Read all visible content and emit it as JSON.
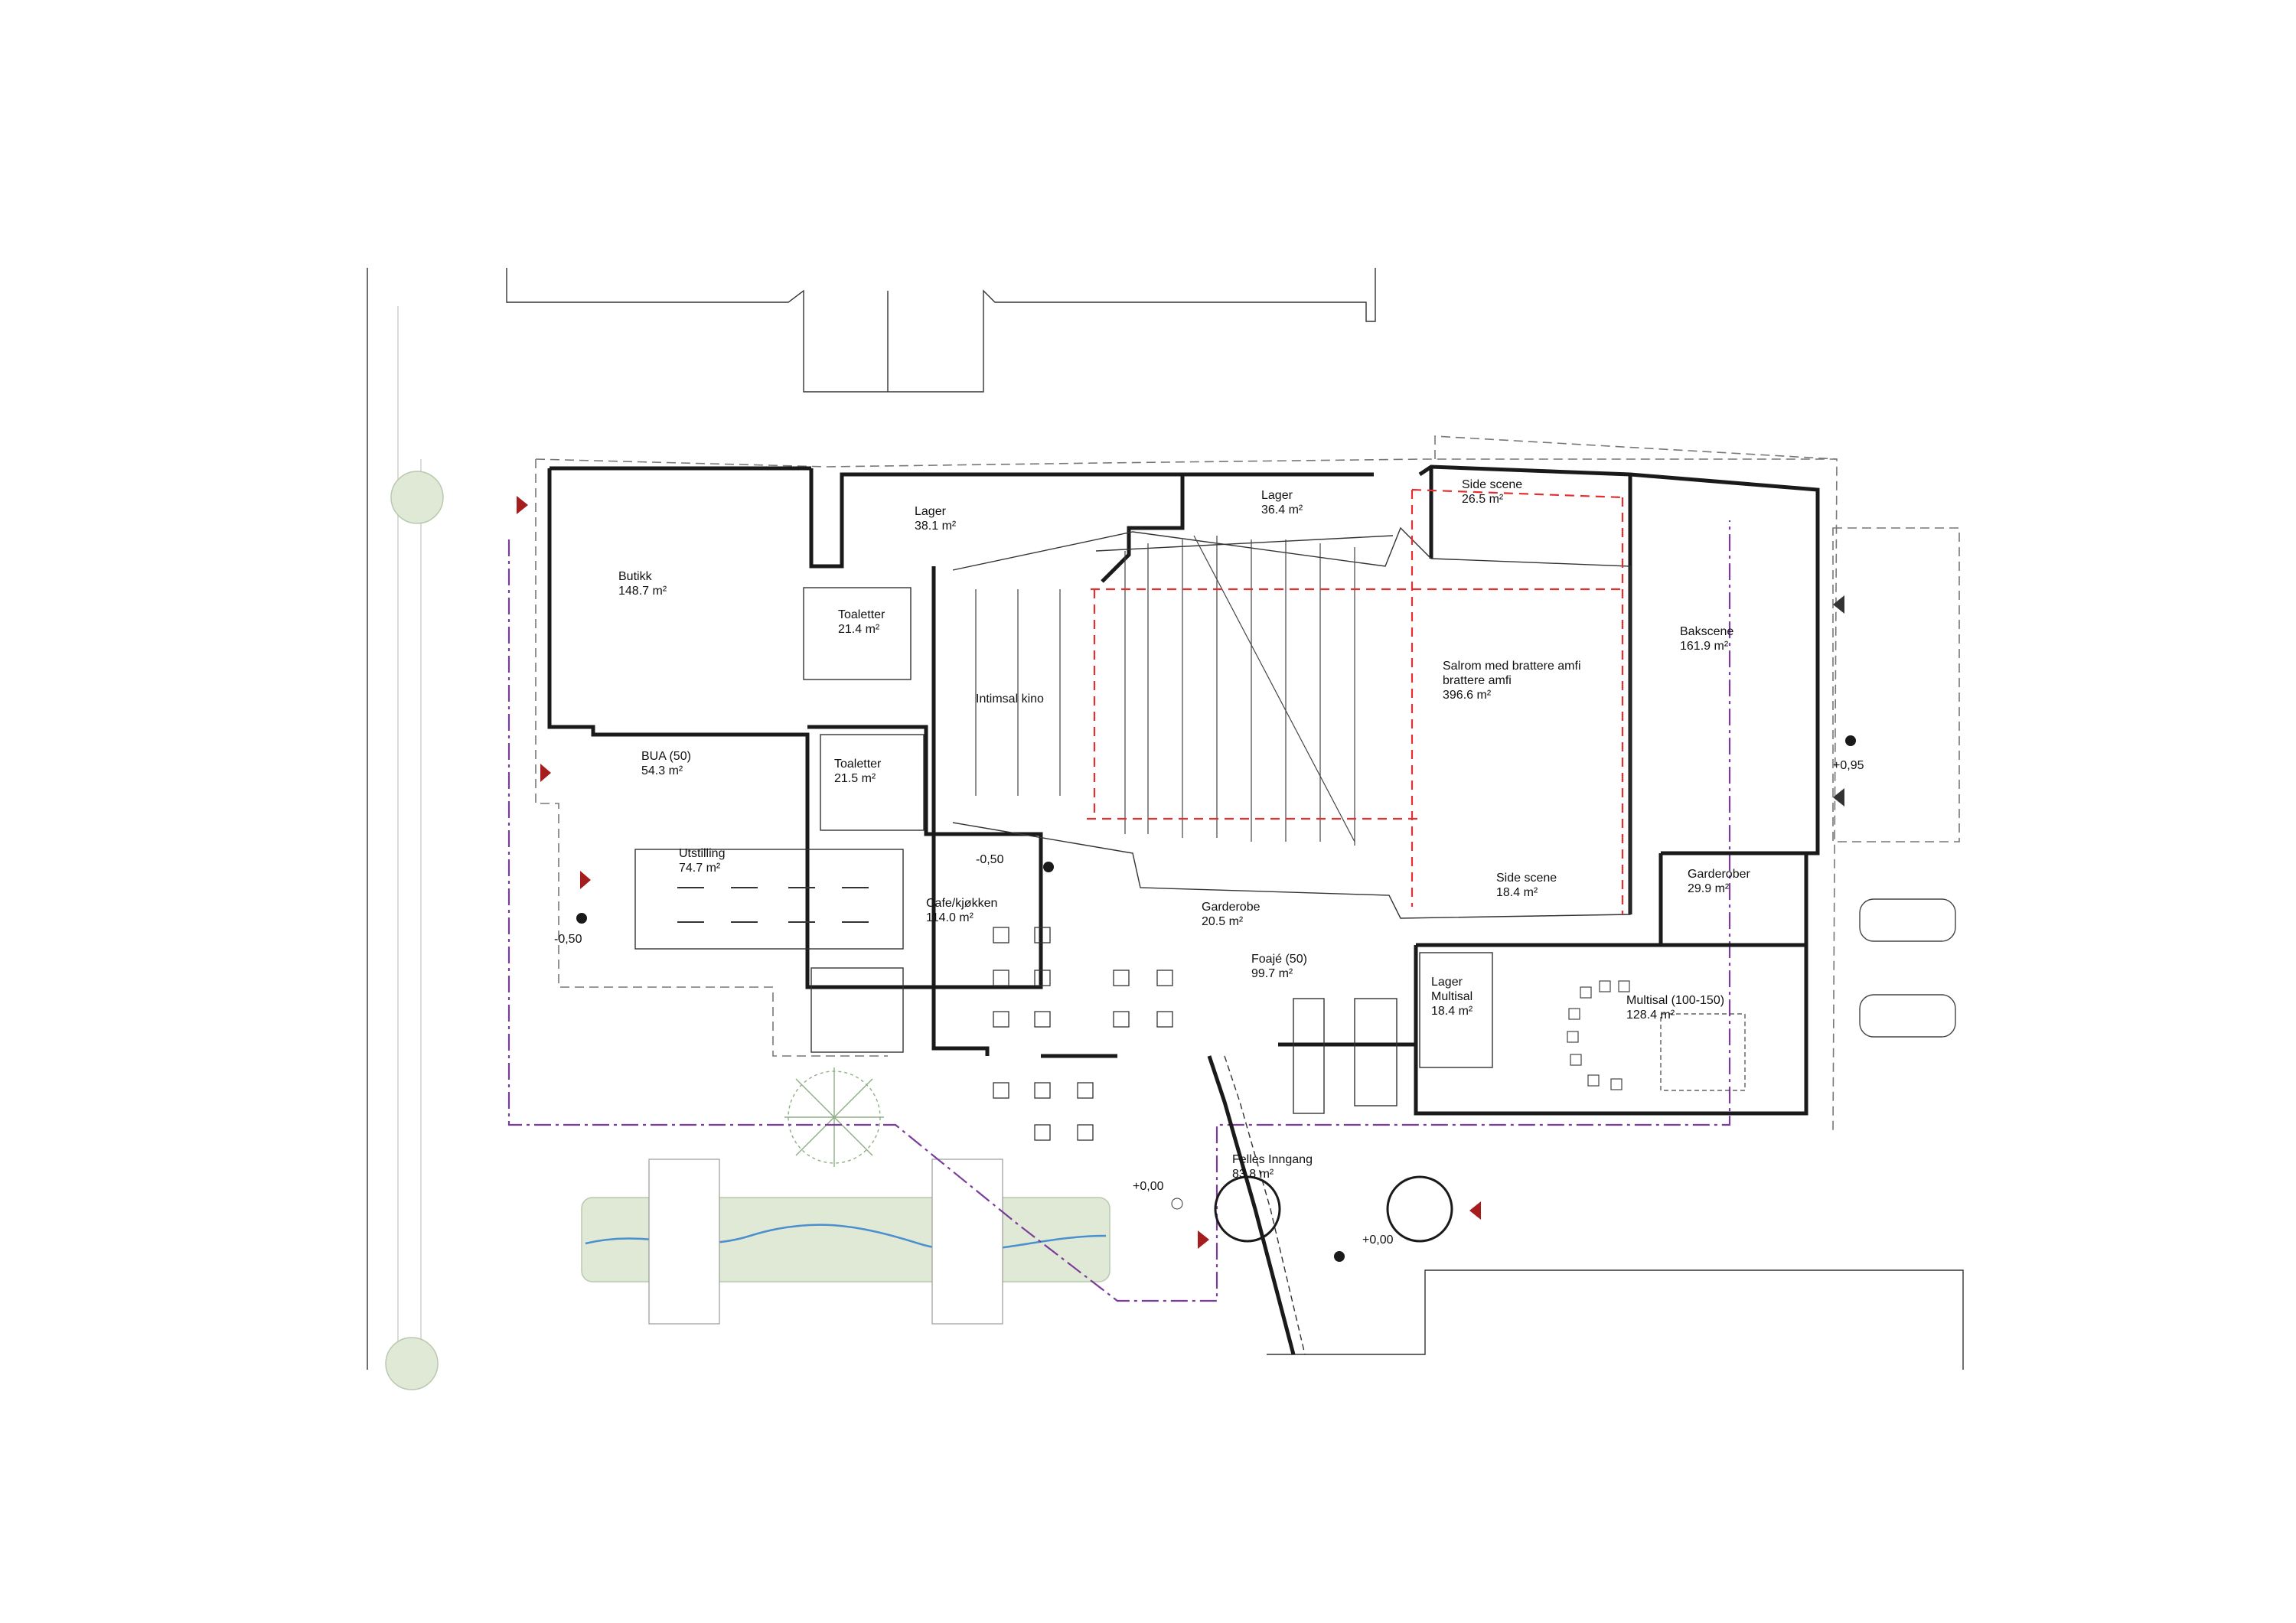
{
  "rooms": [
    {
      "name": "Butikk",
      "area": "148.7 m²"
    },
    {
      "name": "Lager",
      "area": "38.1 m²"
    },
    {
      "name": "Lager",
      "area": "36.4 m²"
    },
    {
      "name": "Side scene",
      "area": "26.5 m²"
    },
    {
      "name": "Toaletter",
      "area": "21.4 m²"
    },
    {
      "name": "Intimsal kino",
      "area": ""
    },
    {
      "name": "Salrom med brattere amfi",
      "area": "396.6 m²"
    },
    {
      "name": "Bakscene",
      "area": "161.9 m²"
    },
    {
      "name": "BUA (50)",
      "area": "54.3 m²"
    },
    {
      "name": "Toaletter",
      "area": "21.5 m²"
    },
    {
      "name": "Utstilling",
      "area": "74.7 m²"
    },
    {
      "name": "Cafe/kjøkken",
      "area": "114.0 m²"
    },
    {
      "name": "Garderobe",
      "area": "20.5 m²"
    },
    {
      "name": "Side scene",
      "area": "18.4 m²"
    },
    {
      "name": "Garderober",
      "area": "29.9 m²"
    },
    {
      "name": "Foajé (50)",
      "area": "99.7 m²"
    },
    {
      "name": "Lager Multisal",
      "area": "18.4 m²"
    },
    {
      "name": "Multisal (100-150)",
      "area": "128.4 m²"
    },
    {
      "name": "Felles Inngang",
      "area": "83.8 m²"
    }
  ],
  "levels": [
    "-0,50",
    "-0,50",
    "+0,95",
    "+0,00",
    "+0,00"
  ],
  "colors": {
    "walls": "#1a1a1a",
    "site_boundary": "#7a3c9a",
    "stage_line": "#e23030",
    "entrance_marker": "#a51d1d",
    "vegetation": "#dfe9d6"
  }
}
